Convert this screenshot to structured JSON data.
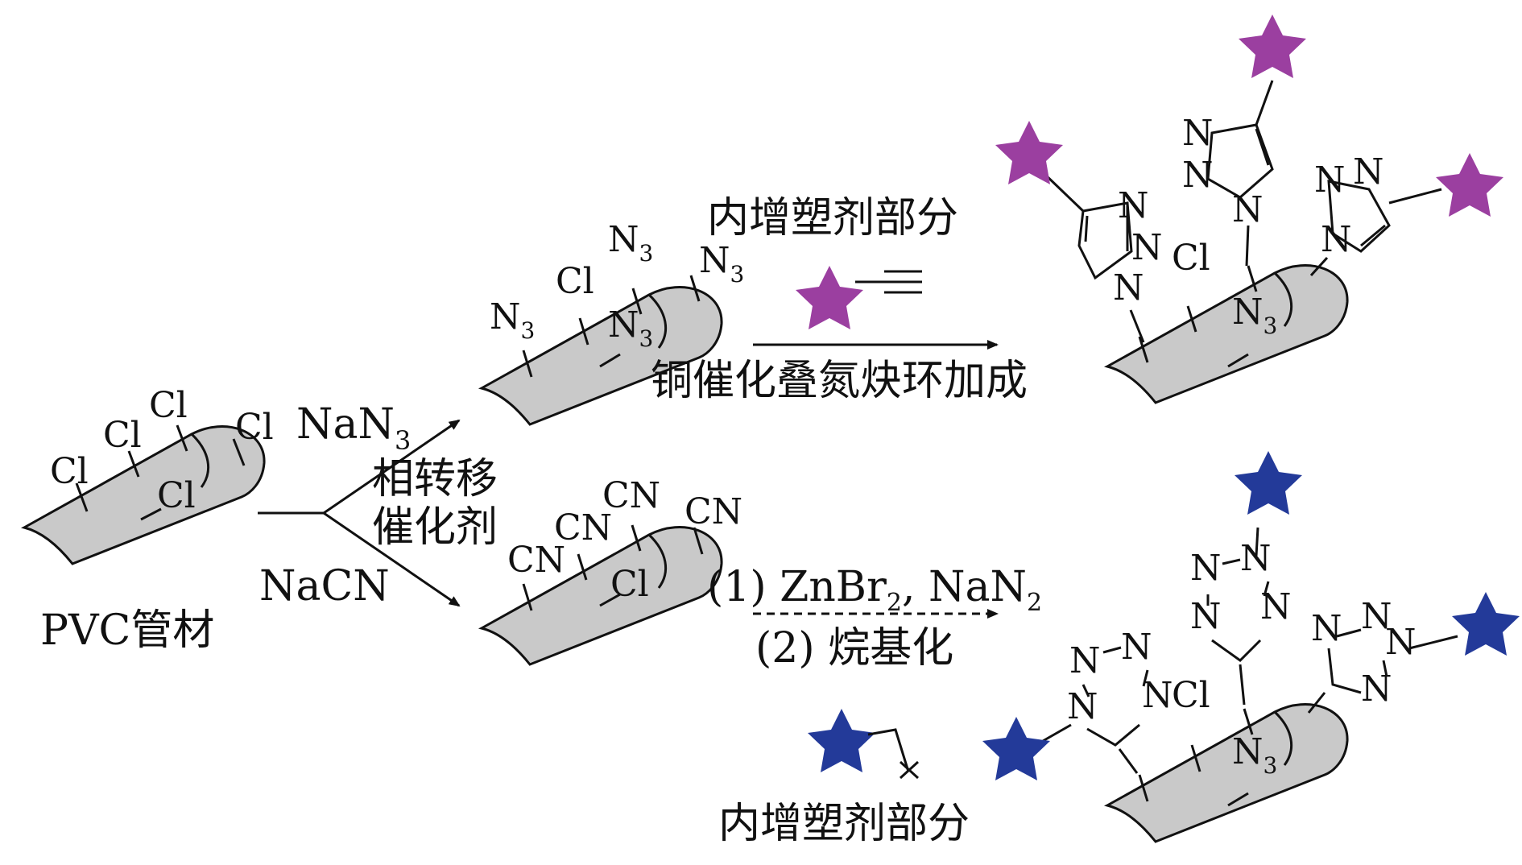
{
  "labels": {
    "pvc": "PVC管材",
    "nan3": "NaN",
    "nan3_sub": "3",
    "nacn": "NaCN",
    "ptc_line1": "相转移",
    "ptc_line2": "催化剂",
    "internal_plasticizer_top": "内增塑剂部分",
    "internal_plasticizer_bottom": "内增塑剂部分",
    "cuaac": "铜催化叠氮炔环加成",
    "step1_pre": "(1) ZnBr",
    "step1_sub1": "2",
    "step1_mid": ", NaN",
    "step1_sub2": "2",
    "step2": "(2) 烷基化"
  },
  "atoms": {
    "cl": "Cl",
    "n": "N",
    "n3": "N",
    "n3_sub": "3",
    "cn": "CN"
  },
  "colors": {
    "pipe_fill": "#c9c9c9",
    "star_purple": "#9b3fa0",
    "star_blue": "#233a99",
    "ink": "#111111"
  }
}
